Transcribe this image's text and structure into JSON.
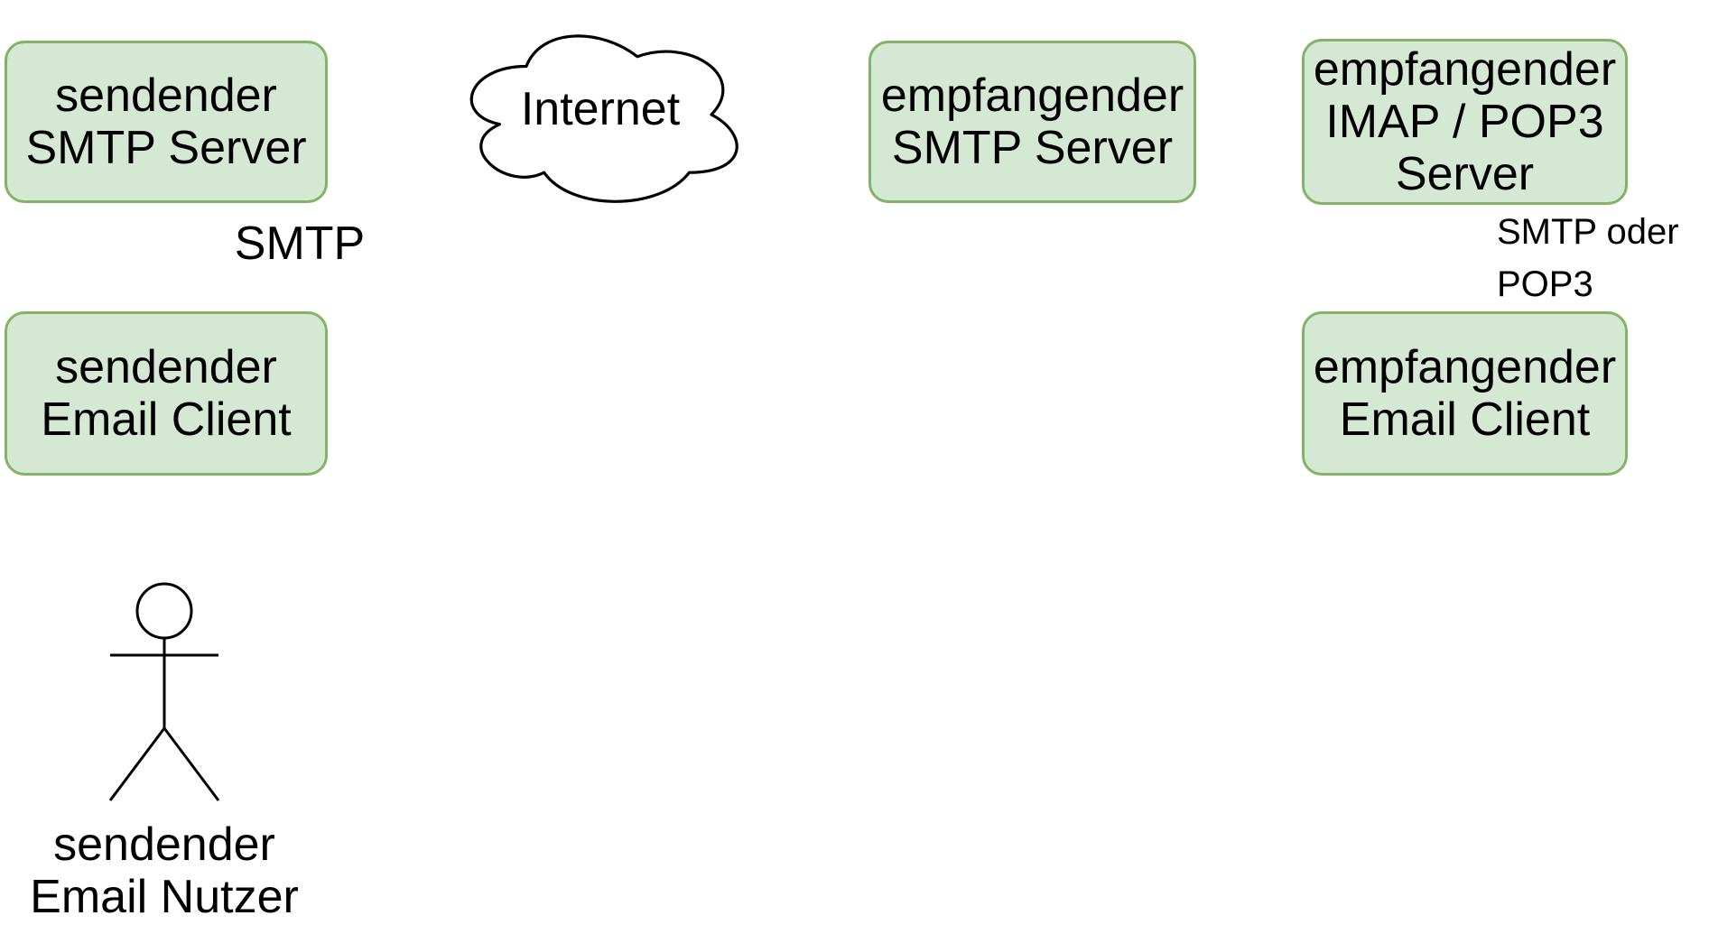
{
  "colors": {
    "background": "#ffffff",
    "node_fill": "#d5e8d4",
    "node_border": "#82b366",
    "shape_outline": "#000000",
    "text": "#000000"
  },
  "nodes": {
    "sender_smtp_server": {
      "label": "sendender\nSMTP Server"
    },
    "internet_cloud": {
      "label": "Internet"
    },
    "receiver_smtp_server": {
      "label": "empfangender\nSMTP Server"
    },
    "receiver_imap_pop3_server": {
      "label": "empfangender\nIMAP / POP3\nServer"
    },
    "sender_email_client": {
      "label": "sendender\nEmail Client"
    },
    "receiver_email_client": {
      "label": "empfangender\nEmail Client"
    },
    "sender_email_user": {
      "label": "sendender\nEmail Nutzer"
    }
  },
  "edge_labels": {
    "smtp": {
      "label": "SMTP"
    },
    "smtp_oder_pop3": {
      "label": "SMTP oder\nPOP3"
    }
  }
}
